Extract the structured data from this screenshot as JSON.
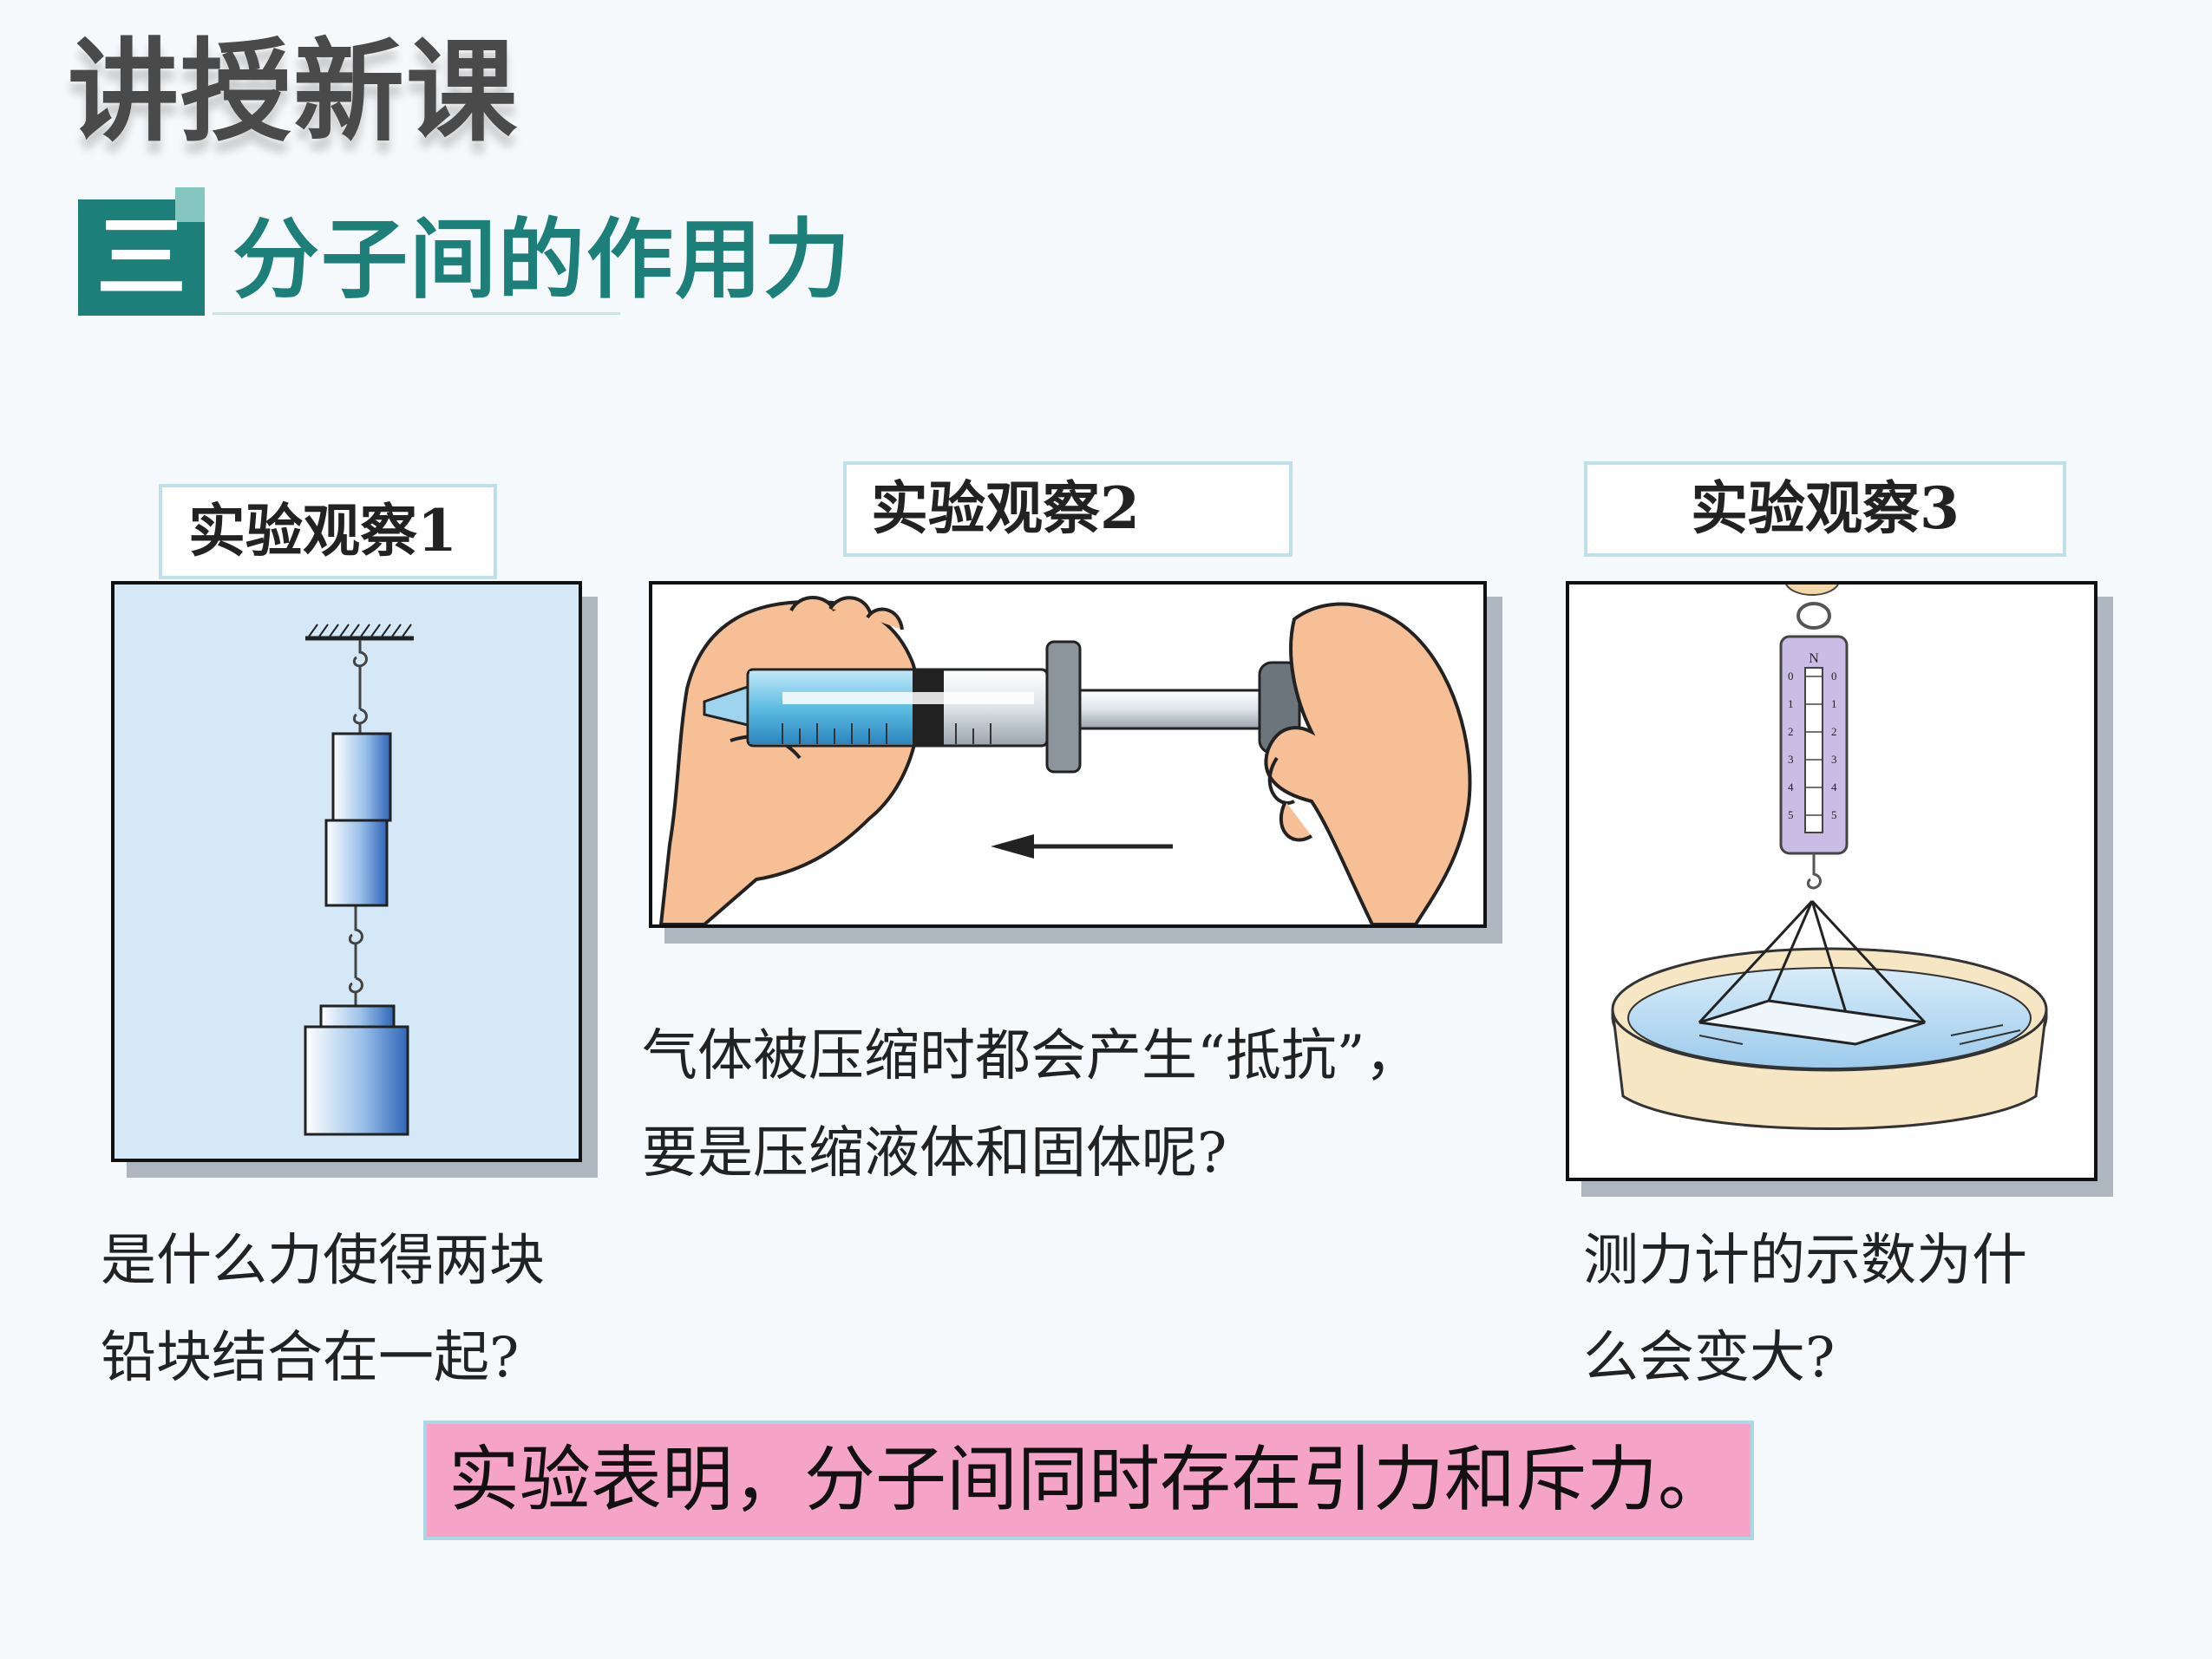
{
  "header": {
    "title": "讲授新课",
    "section_number": "三",
    "section_title": "分子间的作用力"
  },
  "experiments": [
    {
      "label": "实验观察1",
      "question_lines": [
        "是什么力使得两块",
        "铅块结合在一起?"
      ]
    },
    {
      "label": "实验观察2",
      "question_lines": [
        "气体被压缩时都会产生“抵抗”，",
        "要是压缩液体和固体呢?"
      ]
    },
    {
      "label": "实验观察3",
      "question_lines": [
        "测力计的示数为什",
        "么会变大?"
      ],
      "scale_unit": "N",
      "scale_ticks": [
        "0",
        "1",
        "2",
        "3",
        "4",
        "5"
      ]
    }
  ],
  "conclusion": "实验表明，分子间同时存在引力和斥力。",
  "colors": {
    "accent": "#1d7f7a",
    "accent_light": "#86c6c1",
    "highlight": "#f5a3c7",
    "label_border": "#bfe0e9"
  }
}
